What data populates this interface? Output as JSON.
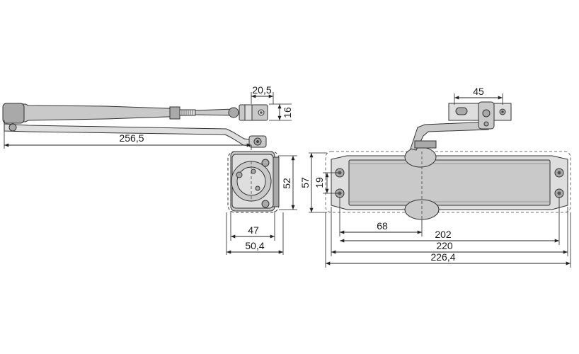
{
  "dimensions": {
    "arm_head_width": "20,5",
    "arm_head_height": "16",
    "arm_length": "256,5",
    "body_depth": "47",
    "body_depth_overall": "50,4",
    "body_height_52": "52",
    "body_height_57": "57",
    "hole_spacing_vertical": "19",
    "bracket_hole_spacing": "45",
    "offset_68": "68",
    "hole_spacing_202": "202",
    "body_length": "220",
    "overall_length": "226,4"
  },
  "colors": {
    "metal": "#c9c9c9",
    "metal_light": "#dedede",
    "metal_dark": "#a9a9a9",
    "line": "#222222"
  }
}
